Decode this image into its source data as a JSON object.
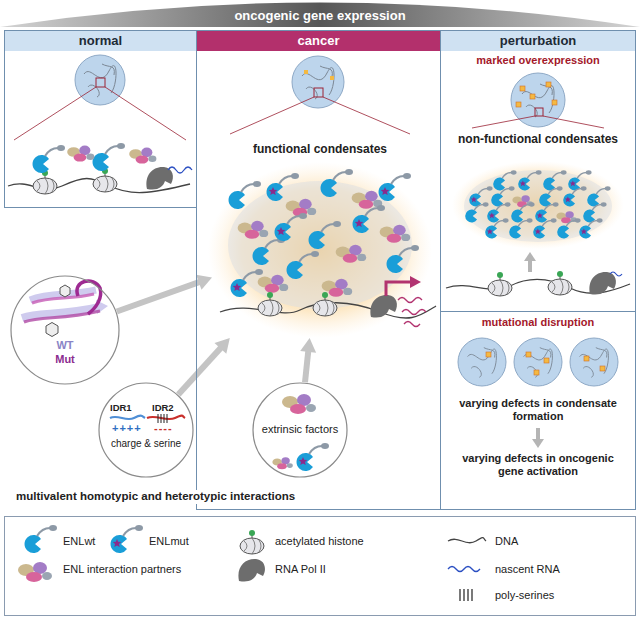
{
  "diagram": {
    "title": "oncogenic gene expression",
    "nodes": [
      {
        "text": [
          "normal"
        ]
      },
      {
        "text": [
          "cancer"
        ]
      },
      {
        "text": [
          "functional condensates"
        ],
        "in": 1
      },
      {
        "text": [
          "extrinsic factors"
        ],
        "in": 1
      },
      {
        "text": [
          "perturbation"
        ]
      },
      {
        "text": [
          "marked overexpression"
        ],
        "in": 4
      },
      {
        "text": [
          "non-functional condensates"
        ],
        "in": 5
      },
      {
        "text": [
          "mutational disruption"
        ],
        "in": 4
      },
      {
        "text": [
          "WT",
          "Mut"
        ]
      },
      {
        "text": [
          "IDR1",
          "IDR2",
          "++++",
          "----",
          "charge & serine"
        ]
      }
    ],
    "edges": [
      {
        "from": 8,
        "to": 2,
        "arrow": "to"
      },
      {
        "from": 9,
        "to": 2,
        "arrow": "to"
      },
      {
        "from": 3,
        "to": 2,
        "arrow": "to"
      }
    ],
    "labels": [
      "multivalent homotypic and heterotypic interactions",
      "varying defects in condensate formation",
      "varying defects in oncogenic gene activation"
    ],
    "legend": [
      {
        "text": "ENLwt"
      },
      {
        "text": "ENLmut"
      },
      {
        "text": "acetylated histone"
      },
      {
        "text": "DNA"
      },
      {
        "text": "ENL interaction partners"
      },
      {
        "text": "RNA Pol II"
      },
      {
        "text": "nascent RNA"
      },
      {
        "text": "poly-serines"
      }
    ]
  }
}
